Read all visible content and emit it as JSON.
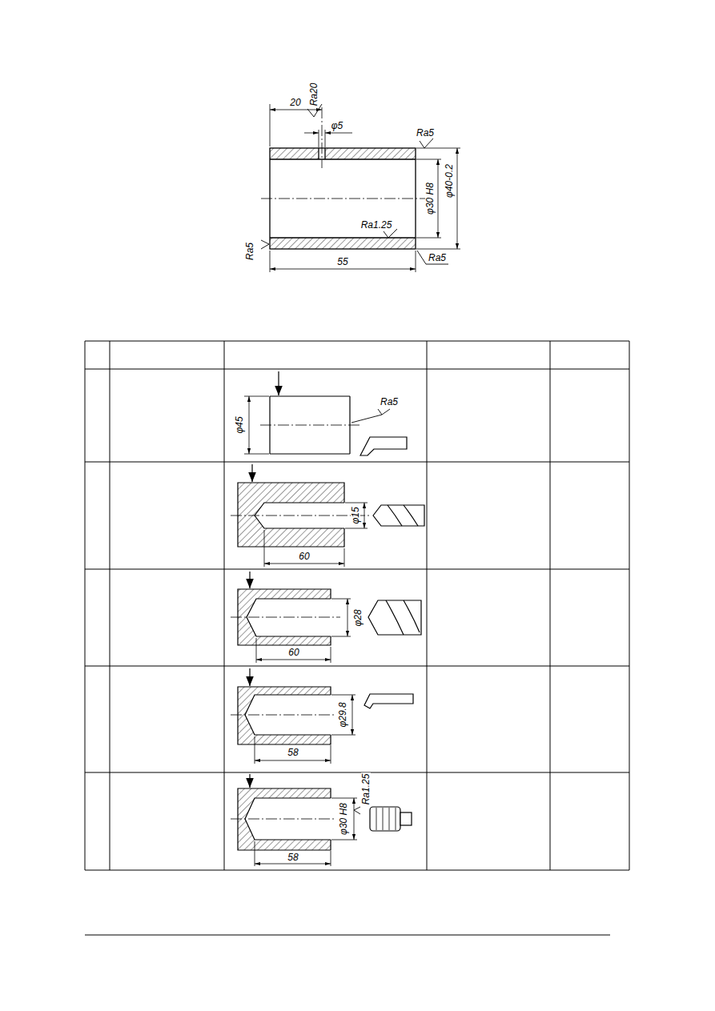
{
  "diagram": {
    "labels": [
      "20",
      "Ra20",
      "φ5",
      "Ra5",
      "φ30 H8",
      "φ40-0.2",
      "Ra1.25",
      "Ra5",
      "55",
      "Ra5",
      "φ45",
      "Ra5",
      "60",
      "φ15",
      "60",
      "φ28",
      "58",
      "φ29.8",
      "58",
      "Ra1.25",
      "φ30 H8"
    ]
  }
}
